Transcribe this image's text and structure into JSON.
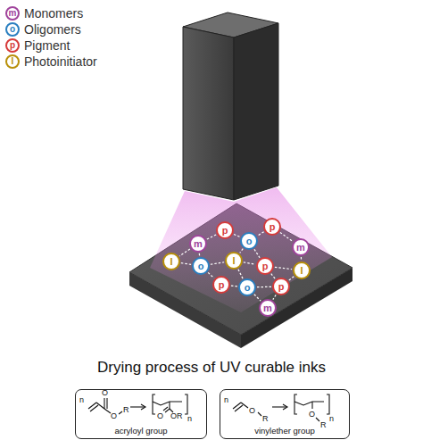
{
  "diagram": {
    "title": "Drying process of UV curable inks",
    "nodes": [
      {
        "text": [
          "p"
        ]
      },
      {
        "text": [
          "p"
        ]
      },
      {
        "text": [
          "m"
        ]
      },
      {
        "text": [
          "o"
        ]
      },
      {
        "text": [
          "m"
        ]
      },
      {
        "text": [
          "I"
        ]
      },
      {
        "text": [
          "o"
        ]
      },
      {
        "text": [
          "I"
        ]
      },
      {
        "text": [
          "p"
        ]
      },
      {
        "text": [
          "I"
        ]
      },
      {
        "text": [
          "p"
        ]
      },
      {
        "text": [
          "o"
        ]
      },
      {
        "text": [
          "p"
        ]
      },
      {
        "text": [
          "m"
        ]
      },
      {
        "text": [
          "acryloyl group"
        ]
      },
      {
        "text": [
          "vinylether group"
        ]
      }
    ],
    "edges": [
      {
        "from": 0,
        "to": 3,
        "arrow": "none"
      },
      {
        "from": 0,
        "to": 2,
        "arrow": "none"
      },
      {
        "from": 1,
        "to": 3,
        "arrow": "none"
      },
      {
        "from": 1,
        "to": 4,
        "arrow": "none"
      },
      {
        "from": 2,
        "to": 5,
        "arrow": "none"
      },
      {
        "from": 2,
        "to": 6,
        "arrow": "none"
      },
      {
        "from": 3,
        "to": 7,
        "arrow": "none"
      },
      {
        "from": 3,
        "to": 8,
        "arrow": "none"
      },
      {
        "from": 4,
        "to": 9,
        "arrow": "none"
      },
      {
        "from": 5,
        "to": 6,
        "arrow": "none"
      },
      {
        "from": 6,
        "to": 7,
        "arrow": "none"
      },
      {
        "from": 6,
        "to": 10,
        "arrow": "none"
      },
      {
        "from": 7,
        "to": 8,
        "arrow": "none"
      },
      {
        "from": 7,
        "to": 11,
        "arrow": "none"
      },
      {
        "from": 8,
        "to": 9,
        "arrow": "none"
      },
      {
        "from": 8,
        "to": 12,
        "arrow": "none"
      },
      {
        "from": 10,
        "to": 11,
        "arrow": "none"
      },
      {
        "from": 11,
        "to": 12,
        "arrow": "none"
      },
      {
        "from": 11,
        "to": 13,
        "arrow": "none"
      },
      {
        "from": 12,
        "to": 13,
        "arrow": "none"
      },
      {
        "from": 9,
        "to": 12,
        "arrow": "none"
      }
    ],
    "labels": [
      "m",
      "o",
      "p",
      "I",
      "n",
      "O",
      "O",
      "R",
      "n",
      "O",
      "OR",
      "n",
      "O",
      "R",
      "n",
      "O",
      "R"
    ],
    "legend": [
      {
        "text": "Monomers"
      },
      {
        "text": "Oligomers"
      },
      {
        "text": "Pigment"
      },
      {
        "text": "Photoinitiator"
      }
    ]
  }
}
